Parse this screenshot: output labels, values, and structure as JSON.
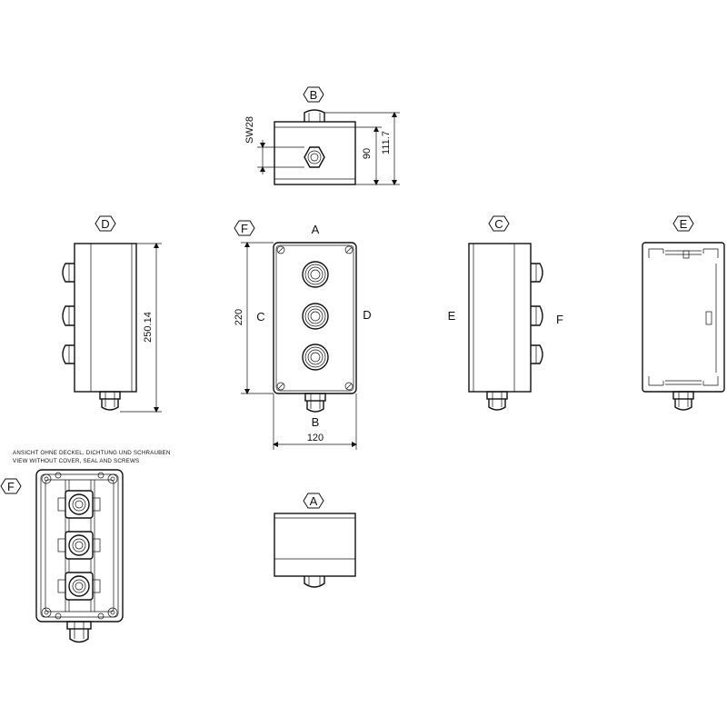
{
  "view_markers": {
    "top_b": "B",
    "side_d": "D",
    "front_f": "F",
    "side_c": "C",
    "back_e": "E",
    "inside_f": "F",
    "bottom_a": "A"
  },
  "view_letters": {
    "front_top": "A",
    "front_bottom": "B",
    "front_left": "C",
    "front_right": "D",
    "side_c_left": "E",
    "side_c_right": "F"
  },
  "dimensions": {
    "wrench_size": "SW28",
    "height_90": "90",
    "height_111_7": "111.7",
    "length_250_14": "250.14",
    "length_220": "220",
    "width_120": "120"
  },
  "notes": {
    "line_de": "ANSICHT OHNE DECKEL, DICHTUNG UND SCHRAUBEN",
    "line_en": "VIEW WITHOUT COVER, SEAL AND SCREWS"
  }
}
